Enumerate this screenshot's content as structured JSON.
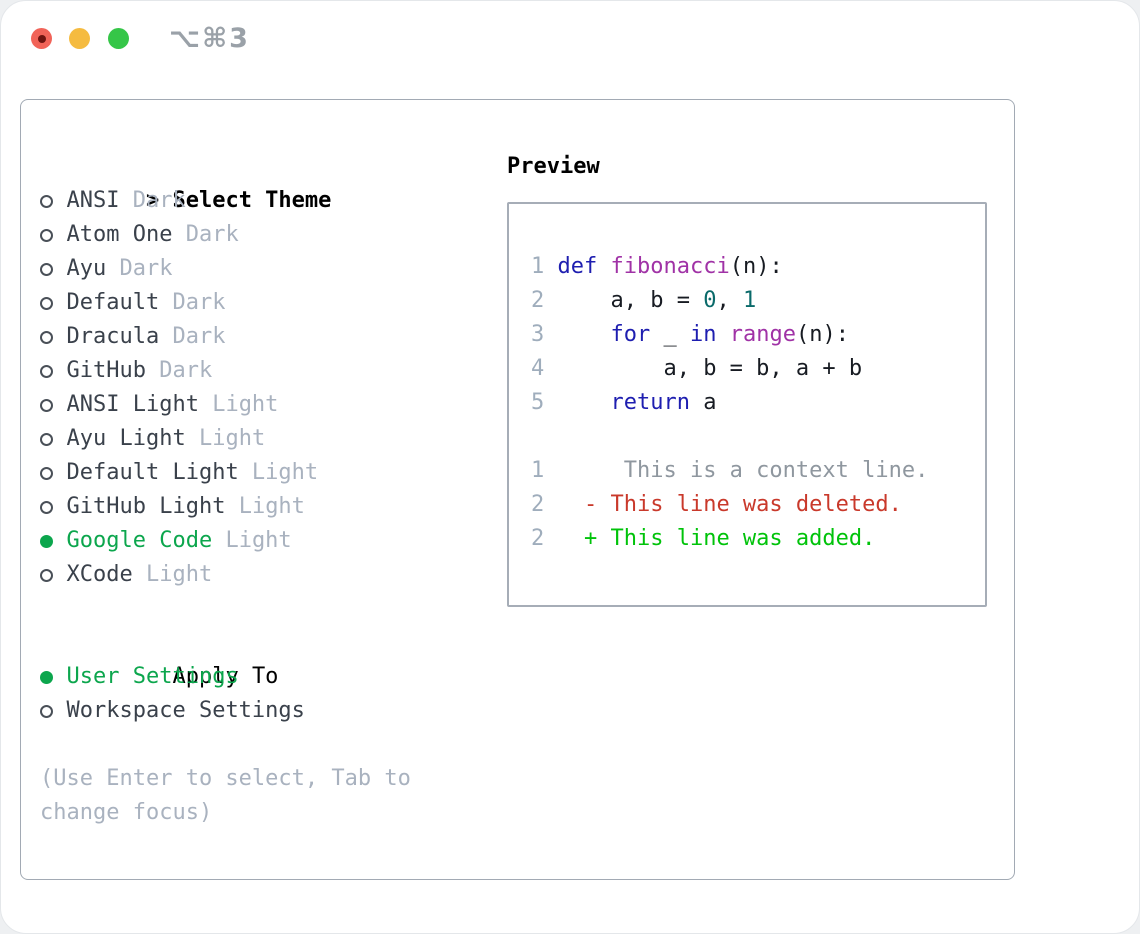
{
  "titlebar": {
    "shortcut": "⌥⌘3",
    "buttons": [
      "close",
      "minimize",
      "zoom"
    ],
    "colors": {
      "red": "#F16358",
      "yellow": "#F5BB40",
      "green": "#35C648"
    }
  },
  "sidebar": {
    "header": {
      "prefix": ">",
      "label": "Select Theme"
    },
    "themes": [
      {
        "name": "ANSI",
        "variant": "Dark",
        "selected": false
      },
      {
        "name": "Atom One",
        "variant": "Dark",
        "selected": false
      },
      {
        "name": "Ayu",
        "variant": "Dark",
        "selected": false
      },
      {
        "name": "Default",
        "variant": "Dark",
        "selected": false
      },
      {
        "name": "Dracula",
        "variant": "Dark",
        "selected": false
      },
      {
        "name": "GitHub",
        "variant": "Dark",
        "selected": false
      },
      {
        "name": "ANSI Light",
        "variant": "Light",
        "selected": false
      },
      {
        "name": "Ayu Light",
        "variant": "Light",
        "selected": false
      },
      {
        "name": "Default Light",
        "variant": "Light",
        "selected": false
      },
      {
        "name": "GitHub Light",
        "variant": "Light",
        "selected": false
      },
      {
        "name": "Google Code",
        "variant": "Light",
        "selected": true
      },
      {
        "name": "XCode",
        "variant": "Light",
        "selected": false
      }
    ],
    "apply_to": {
      "label": "Apply To",
      "options": [
        {
          "label": "User Settings",
          "selected": true
        },
        {
          "label": "Workspace Settings",
          "selected": false
        }
      ]
    },
    "footer_hint": "(Use Enter to select, Tab to change focus)",
    "selection_green": "#0CA64D"
  },
  "preview": {
    "title": "Preview",
    "colors": {
      "keyword": "#1E1EB0",
      "function": "#A032A6",
      "number": "#0A6A6A",
      "plain": "#171B22",
      "context": "#8F979F",
      "deleted": "#C9392B",
      "added": "#00C30A",
      "line_number": "#9FADBC"
    },
    "code_lines": [
      {
        "num": "1",
        "tokens": [
          {
            "t": "def",
            "c": "keyword"
          },
          {
            "t": " ",
            "c": "plain"
          },
          {
            "t": "fibonacci",
            "c": "function"
          },
          {
            "t": "(n):",
            "c": "plain"
          }
        ]
      },
      {
        "num": "2",
        "tokens": [
          {
            "t": "    a, b = ",
            "c": "plain"
          },
          {
            "t": "0",
            "c": "number"
          },
          {
            "t": ", ",
            "c": "plain"
          },
          {
            "t": "1",
            "c": "number"
          }
        ]
      },
      {
        "num": "3",
        "tokens": [
          {
            "t": "    ",
            "c": "plain"
          },
          {
            "t": "for",
            "c": "keyword"
          },
          {
            "t": " _ ",
            "c": "plain"
          },
          {
            "t": "in",
            "c": "keyword"
          },
          {
            "t": " ",
            "c": "plain"
          },
          {
            "t": "range",
            "c": "function"
          },
          {
            "t": "(n):",
            "c": "plain"
          }
        ]
      },
      {
        "num": "4",
        "tokens": [
          {
            "t": "        a, b = b, a + b",
            "c": "plain"
          }
        ]
      },
      {
        "num": "5",
        "tokens": [
          {
            "t": "    ",
            "c": "plain"
          },
          {
            "t": "return",
            "c": "keyword"
          },
          {
            "t": " a",
            "c": "plain"
          }
        ]
      },
      {
        "num": "",
        "tokens": []
      },
      {
        "num": "1",
        "tokens": [
          {
            "t": "     This is a context line.",
            "c": "context"
          }
        ]
      },
      {
        "num": "2",
        "tokens": [
          {
            "t": "  - This line was deleted.",
            "c": "deleted"
          }
        ]
      },
      {
        "num": "2",
        "tokens": [
          {
            "t": "  + This line was added.",
            "c": "added"
          }
        ]
      }
    ]
  }
}
